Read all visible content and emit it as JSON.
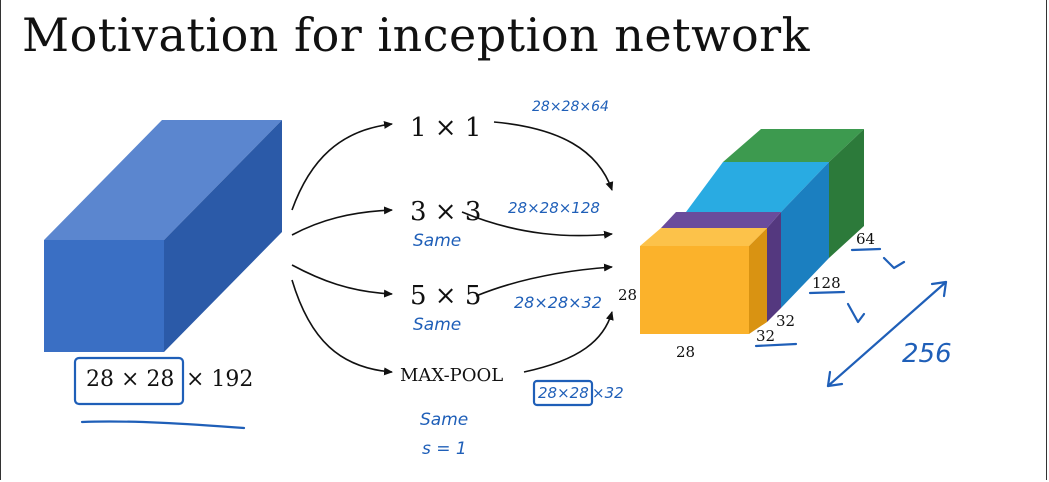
{
  "title": "Motivation for inception network",
  "input_volume": {
    "dims_boxed": "28 × 28",
    "dims_rest": "× 192"
  },
  "branches": [
    {
      "label": "1 × 1",
      "note": "28×28×64"
    },
    {
      "label": "3 × 3",
      "note": "28×28×128",
      "sub": "Same"
    },
    {
      "label": "5 × 5",
      "note": "28×28×32",
      "sub": "Same"
    },
    {
      "label": "MAX-POOL",
      "note_boxed": "28×28",
      "note_rest": "×32",
      "sub": "Same",
      "sub2": "s = 1"
    }
  ],
  "output_volume": {
    "height_label": "28",
    "width_label": "28",
    "depth_labels": [
      "32",
      "32",
      "128",
      "64"
    ],
    "total_note": "256",
    "colors": {
      "orange": "#fbb22b",
      "purple": "#6a4c9c",
      "blue": "#29abe2",
      "green": "#3d9a4f",
      "input_blue": "#3a6fc4"
    }
  }
}
